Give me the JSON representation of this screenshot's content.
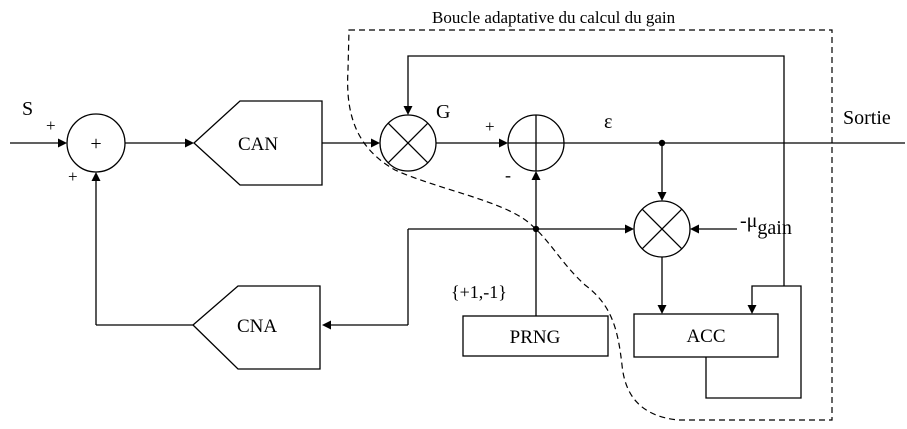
{
  "title": "Boucle adaptative du calcul du gain",
  "blocks": {
    "can": "CAN",
    "cna": "CNA",
    "prng": "PRNG",
    "acc": "ACC"
  },
  "labels": {
    "input": "S",
    "output": "Sortie",
    "gain": "G",
    "error": "ε",
    "mu_prefix": "-μ",
    "mu_sub": "gain",
    "prng_values": "{+1,-1}",
    "sum_symbol": "+",
    "sign_plus_input": "+",
    "sign_plus_feedback": "+",
    "sign_plus_g": "+",
    "sign_minus": "-"
  }
}
